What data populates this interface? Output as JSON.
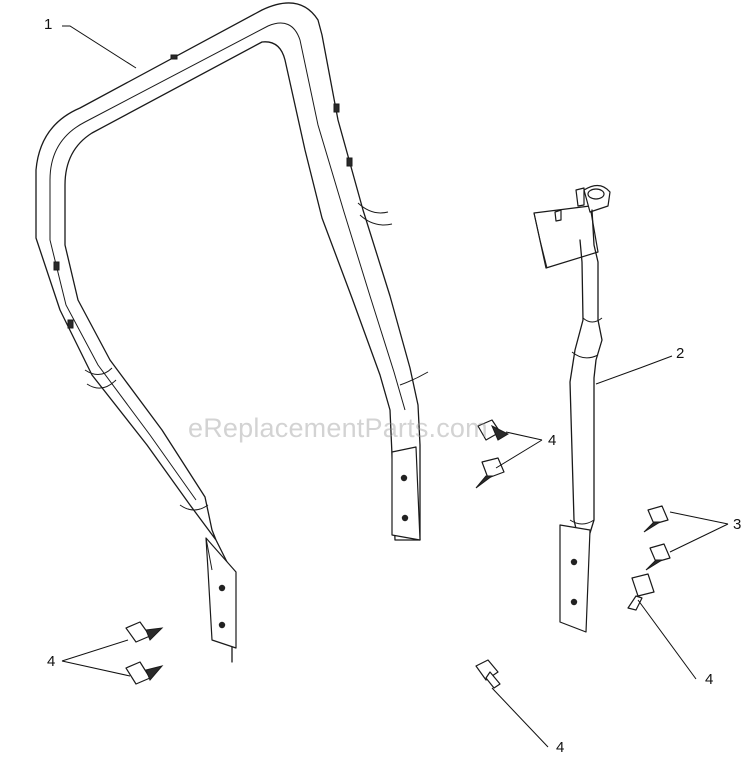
{
  "watermark": "eReplacementParts.com",
  "callouts": {
    "roll_bar": "1",
    "brace": "2",
    "screws_center": "4",
    "screws_right": "3",
    "screw_right_lower": "4",
    "screws_bottom_left": "4",
    "screw_bottom_center": "4"
  }
}
